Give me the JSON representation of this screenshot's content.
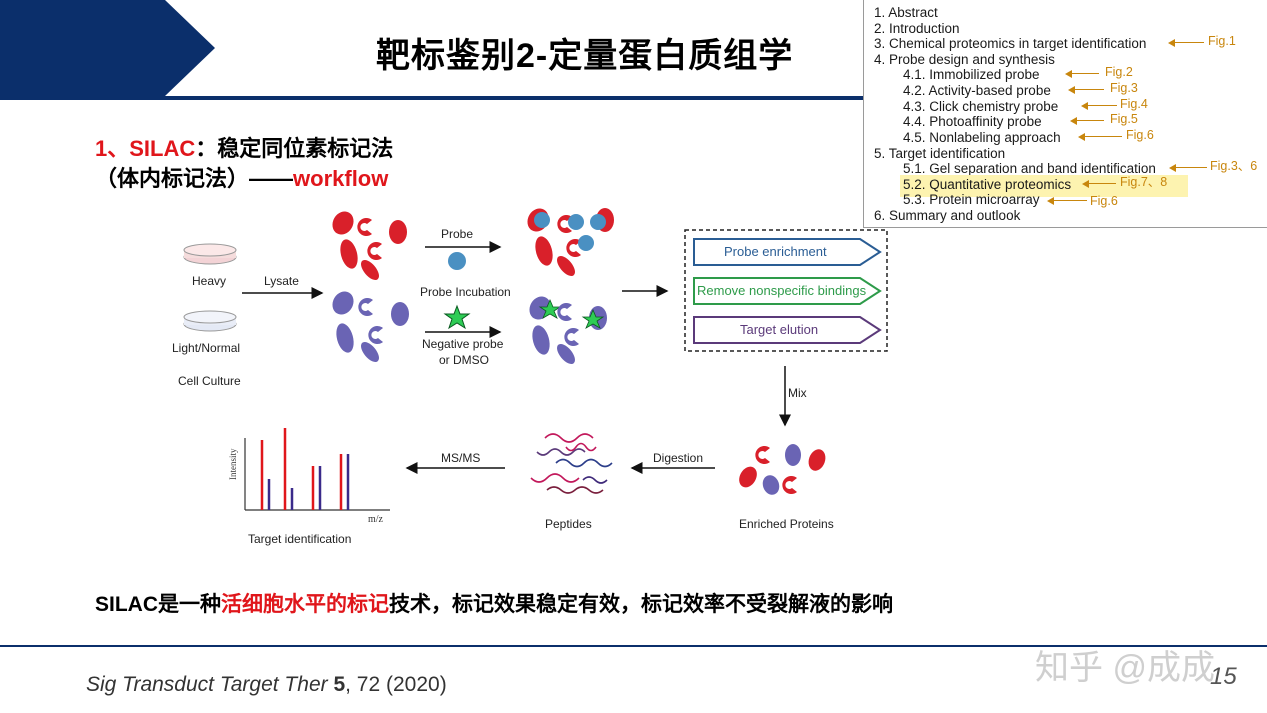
{
  "slide": {
    "title": "靶标鉴别2-定量蛋白质组学",
    "heading": {
      "number_label": "1、SILAC",
      "heading_rest": "：稳定同位素标记法",
      "line2_black": "（体内标记法）——",
      "line2_red": "workflow"
    },
    "summary": {
      "part1": "SILAC是一种",
      "part2_red": "活细胞水平的标记",
      "part3": "技术，标记效果稳定有效，标记效率不受裂解液的影响"
    },
    "citation": {
      "journal": "Sig Transduct Target Ther ",
      "volume": "5",
      "rest": ", 72 (2020)"
    },
    "watermark": "知乎 @成成",
    "page_number": "15"
  },
  "outline": {
    "items": [
      {
        "text": "1. Abstract"
      },
      {
        "text": "2. Introduction"
      },
      {
        "text": "3. Chemical proteomics in target identification",
        "fig": "Fig.1"
      },
      {
        "text": "4. Probe design and synthesis"
      },
      {
        "text": "4.1. Immobilized probe",
        "fig": "Fig.2"
      },
      {
        "text": "4.2. Activity-based probe",
        "fig": "Fig.3"
      },
      {
        "text": "4.3. Click chemistry probe",
        "fig": "Fig.4"
      },
      {
        "text": "4.4. Photoaffinity probe",
        "fig": "Fig.5"
      },
      {
        "text": "4.5. Nonlabeling approach",
        "fig": "Fig.6"
      },
      {
        "text": "5. Target identification"
      },
      {
        "text": "5.1. Gel separation and band identification",
        "fig": "Fig.3、6"
      },
      {
        "text": "5.2. Quantitative proteomics",
        "fig": "Fig.7、8"
      },
      {
        "text": "5.3. Protein microarray",
        "fig": "Fig.6"
      },
      {
        "text": "6. Summary and outlook"
      }
    ]
  },
  "workflow": {
    "heavy": "Heavy",
    "light": "Light/Normal",
    "cell_culture": "Cell Culture",
    "lysate": "Lysate",
    "probe": "Probe",
    "probe_incubation": "Probe Incubation",
    "negative_probe_1": "Negative probe",
    "negative_probe_2": "or DMSO",
    "step_enrichment": "Probe enrichment",
    "step_remove": "Remove nonspecific bindings",
    "step_elution": "Target elution",
    "mix": "Mix",
    "digestion": "Digestion",
    "msms": "MS/MS",
    "enriched_proteins": "Enriched Proteins",
    "peptides": "Peptides",
    "target_identification": "Target identification",
    "intensity": "Intensity",
    "mz": "m/z"
  },
  "colors": {
    "navy": "#0b2f6b",
    "accent_red": "#e0161b",
    "fig_orange": "#c8860d",
    "highlight": "#fdf3b0",
    "protein_red": "#d9202a",
    "protein_purple": "#6a64b4",
    "probe_blue": "#4a90c2",
    "star_green": "#2ecc55",
    "step_blue": "#2a5d94",
    "step_green": "#2e9b4a",
    "step_purple": "#5b3a7a"
  }
}
